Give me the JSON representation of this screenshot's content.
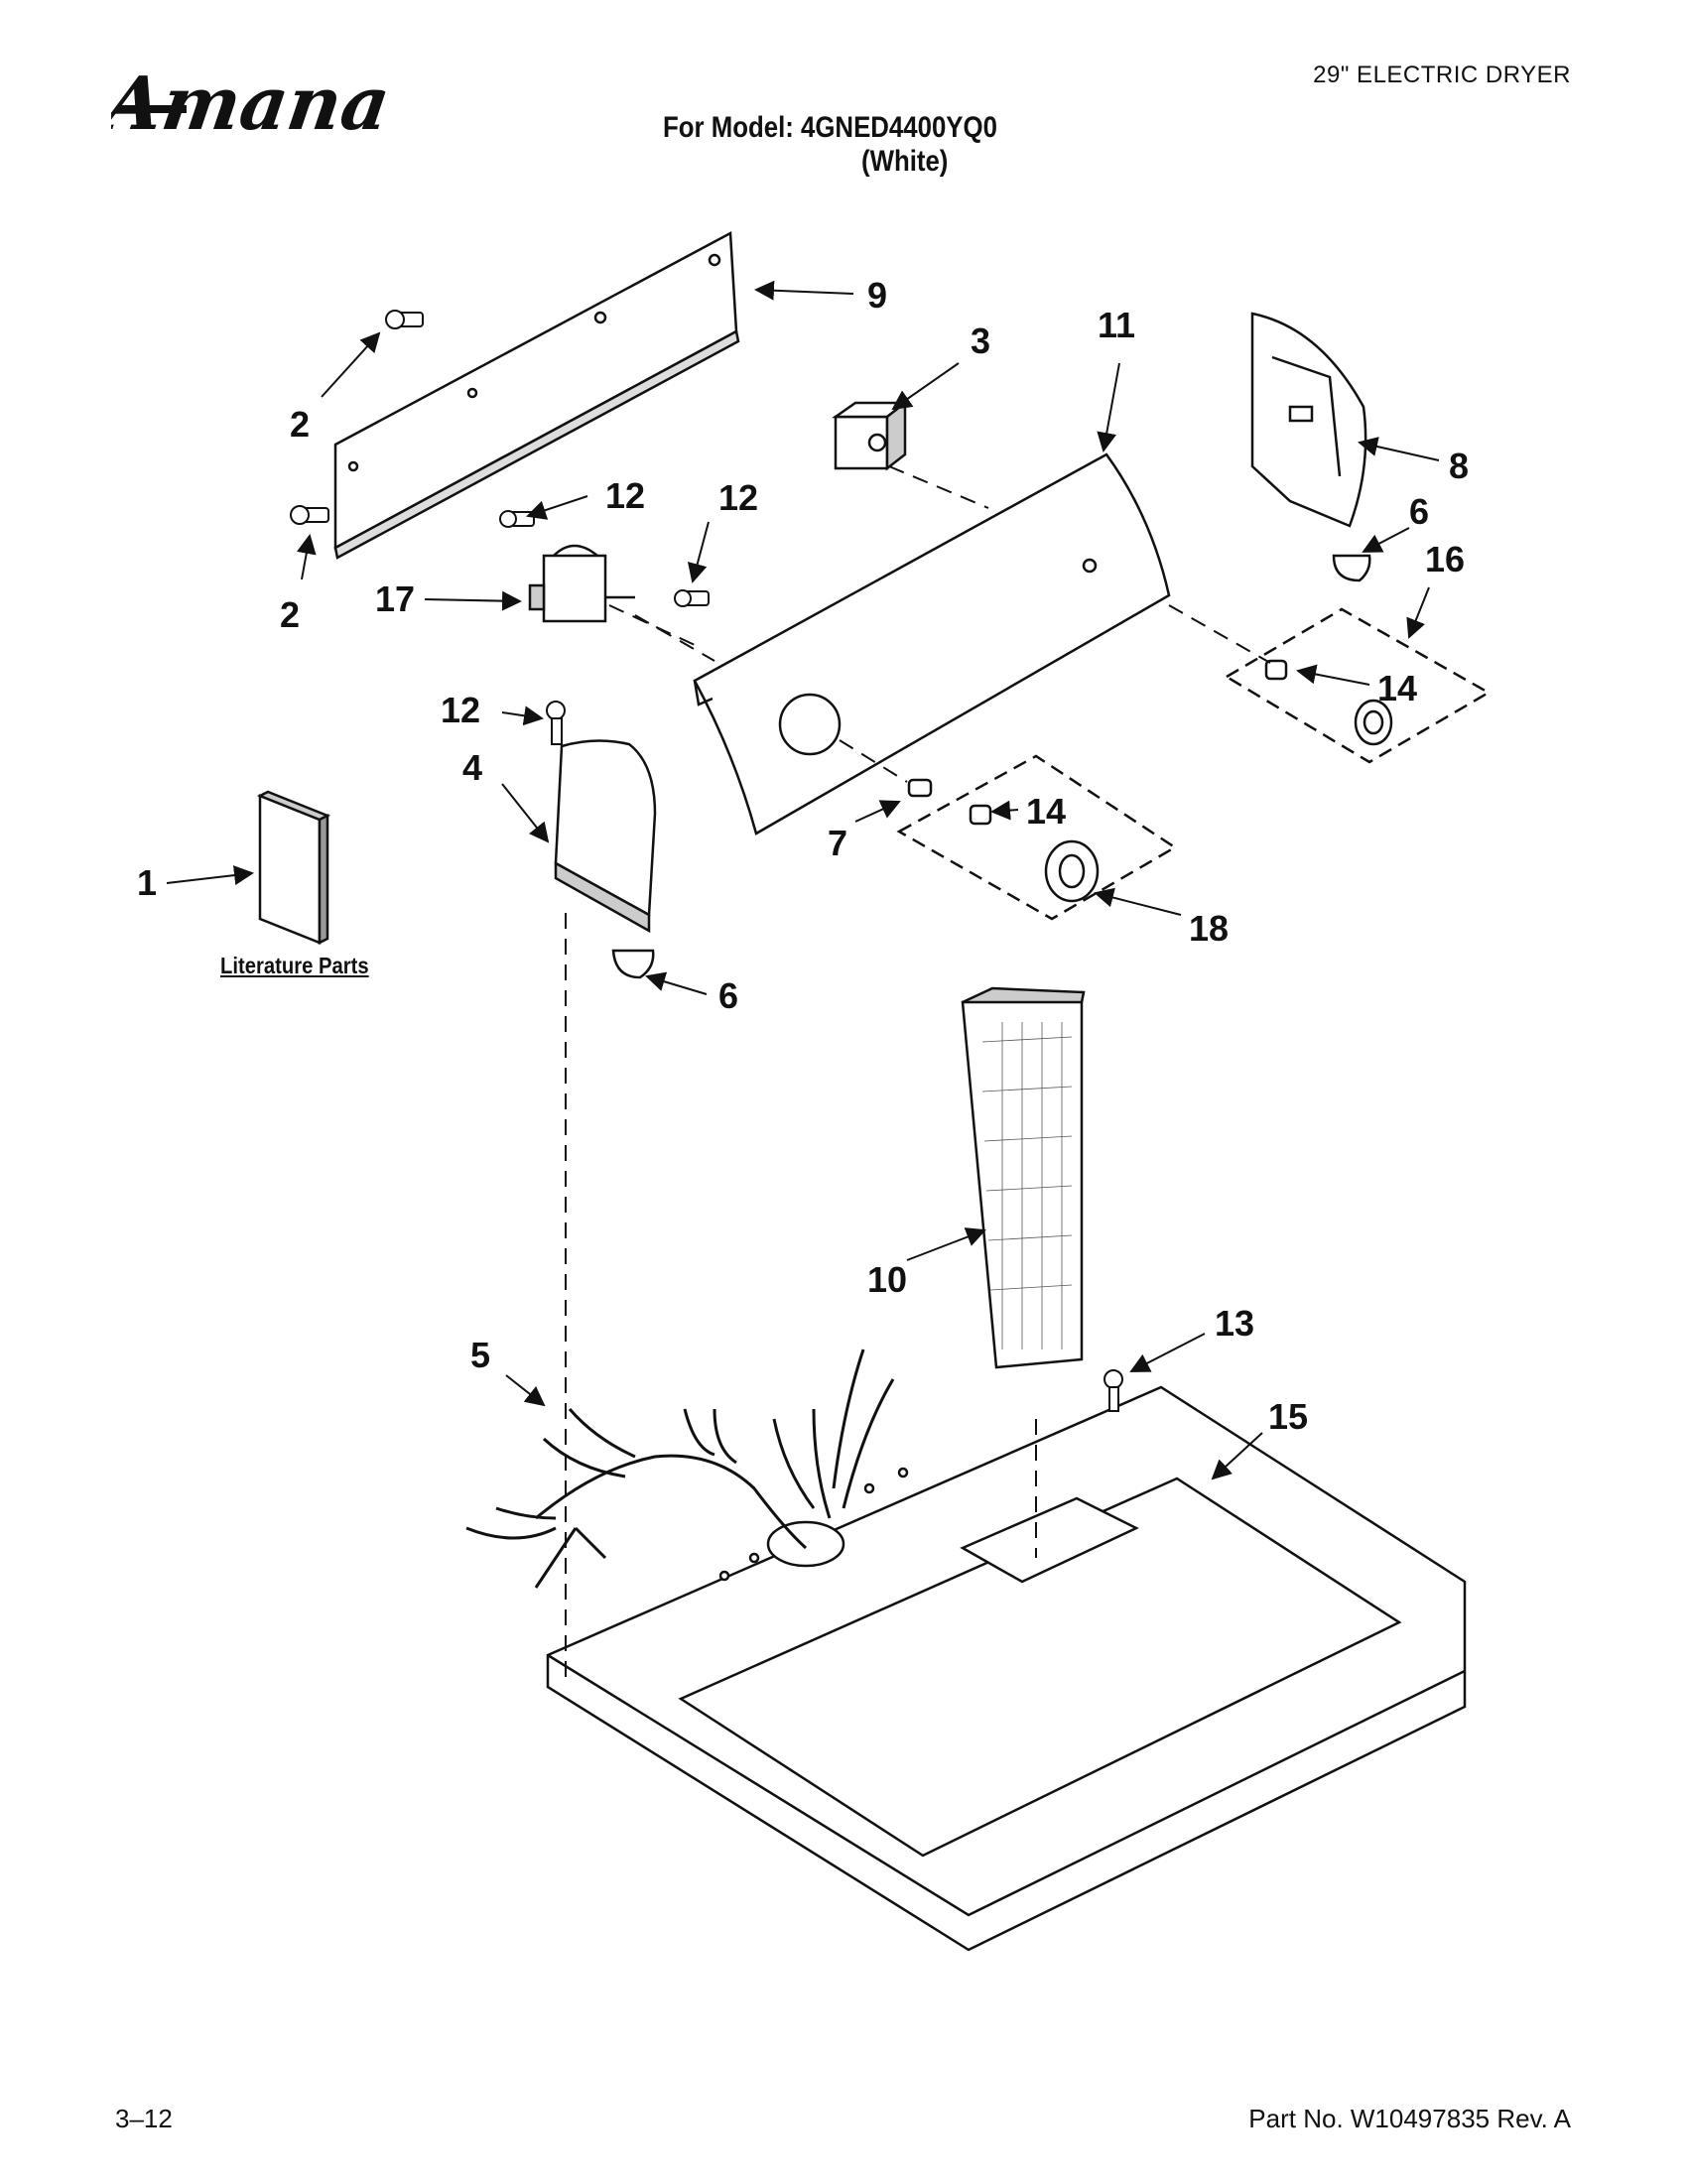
{
  "header": {
    "brand": "Amana",
    "doc_type": "29\" ELECTRIC DRYER",
    "model_line": "For Model: 4GNED4400YQ0",
    "model_color": "(White)"
  },
  "diagram": {
    "literature_label": "Literature Parts",
    "callouts": {
      "c1": "1",
      "c2a": "2",
      "c2b": "2",
      "c3": "3",
      "c4": "4",
      "c5": "5",
      "c6a": "6",
      "c6b": "6",
      "c7": "7",
      "c8": "8",
      "c9": "9",
      "c10": "10",
      "c11": "11",
      "c12a": "12",
      "c12b": "12",
      "c12c": "12",
      "c13": "13",
      "c14a": "14",
      "c14b": "14",
      "c15": "15",
      "c16": "16",
      "c17": "17",
      "c18": "18"
    }
  },
  "footer": {
    "page": "3–12",
    "part_no": "Part No. W10497835 Rev. A"
  },
  "colors": {
    "ink": "#111111",
    "paper": "#ffffff",
    "shade": "#bdbdbd"
  }
}
